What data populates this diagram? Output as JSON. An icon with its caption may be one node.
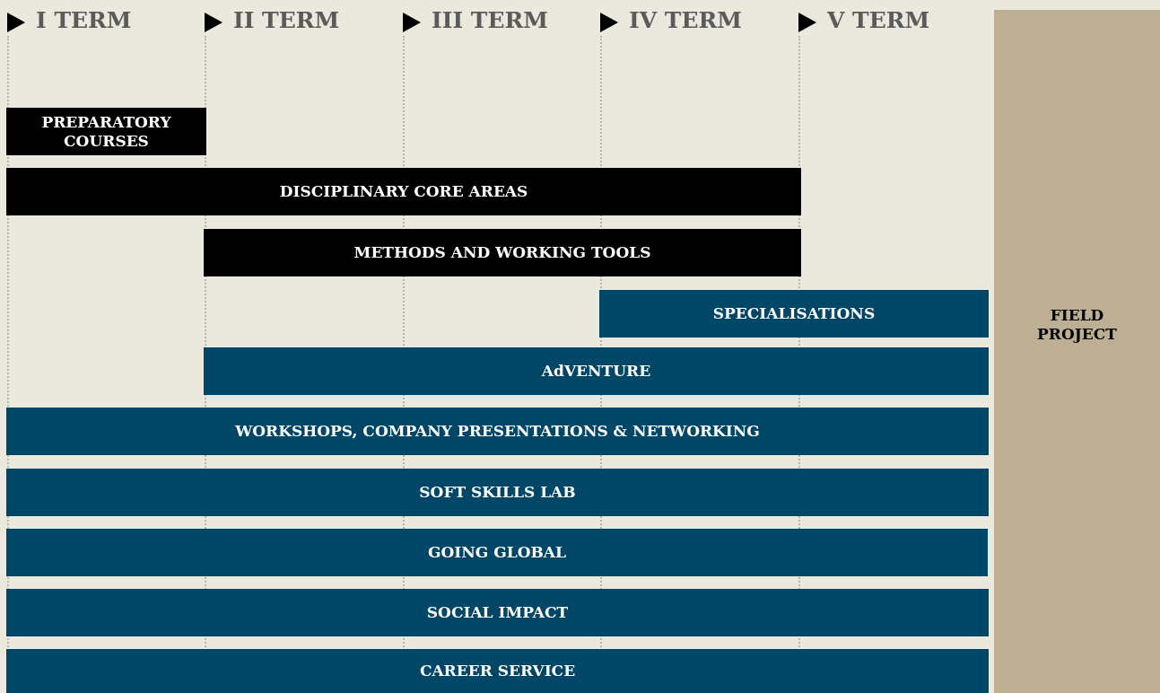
{
  "diagram": {
    "nodes": [
      {
        "text": [
          "PREPARATORY COURSES"
        ]
      },
      {
        "text": [
          "DISCIPLINARY CORE AREAS"
        ]
      },
      {
        "text": [
          "METHODS AND WORKING TOOLS"
        ]
      },
      {
        "text": [
          "SPECIALISATIONS"
        ]
      },
      {
        "text": [
          "AdVENTURE"
        ]
      },
      {
        "text": [
          "WORKSHOPS, COMPANY PRESENTATIONS & NETWORKING"
        ]
      },
      {
        "text": [
          "SOFT SKILLS LAB"
        ]
      },
      {
        "text": [
          "GOING GLOBAL"
        ]
      },
      {
        "text": [
          "SOCIAL IMPACT"
        ]
      },
      {
        "text": [
          "CAREER SERVICE"
        ]
      },
      {
        "text": [
          "FIELD PROJECT"
        ]
      }
    ],
    "labels": [
      "I TERM",
      "II TERM",
      "III TERM",
      "IV TERM",
      "V TERM"
    ]
  }
}
